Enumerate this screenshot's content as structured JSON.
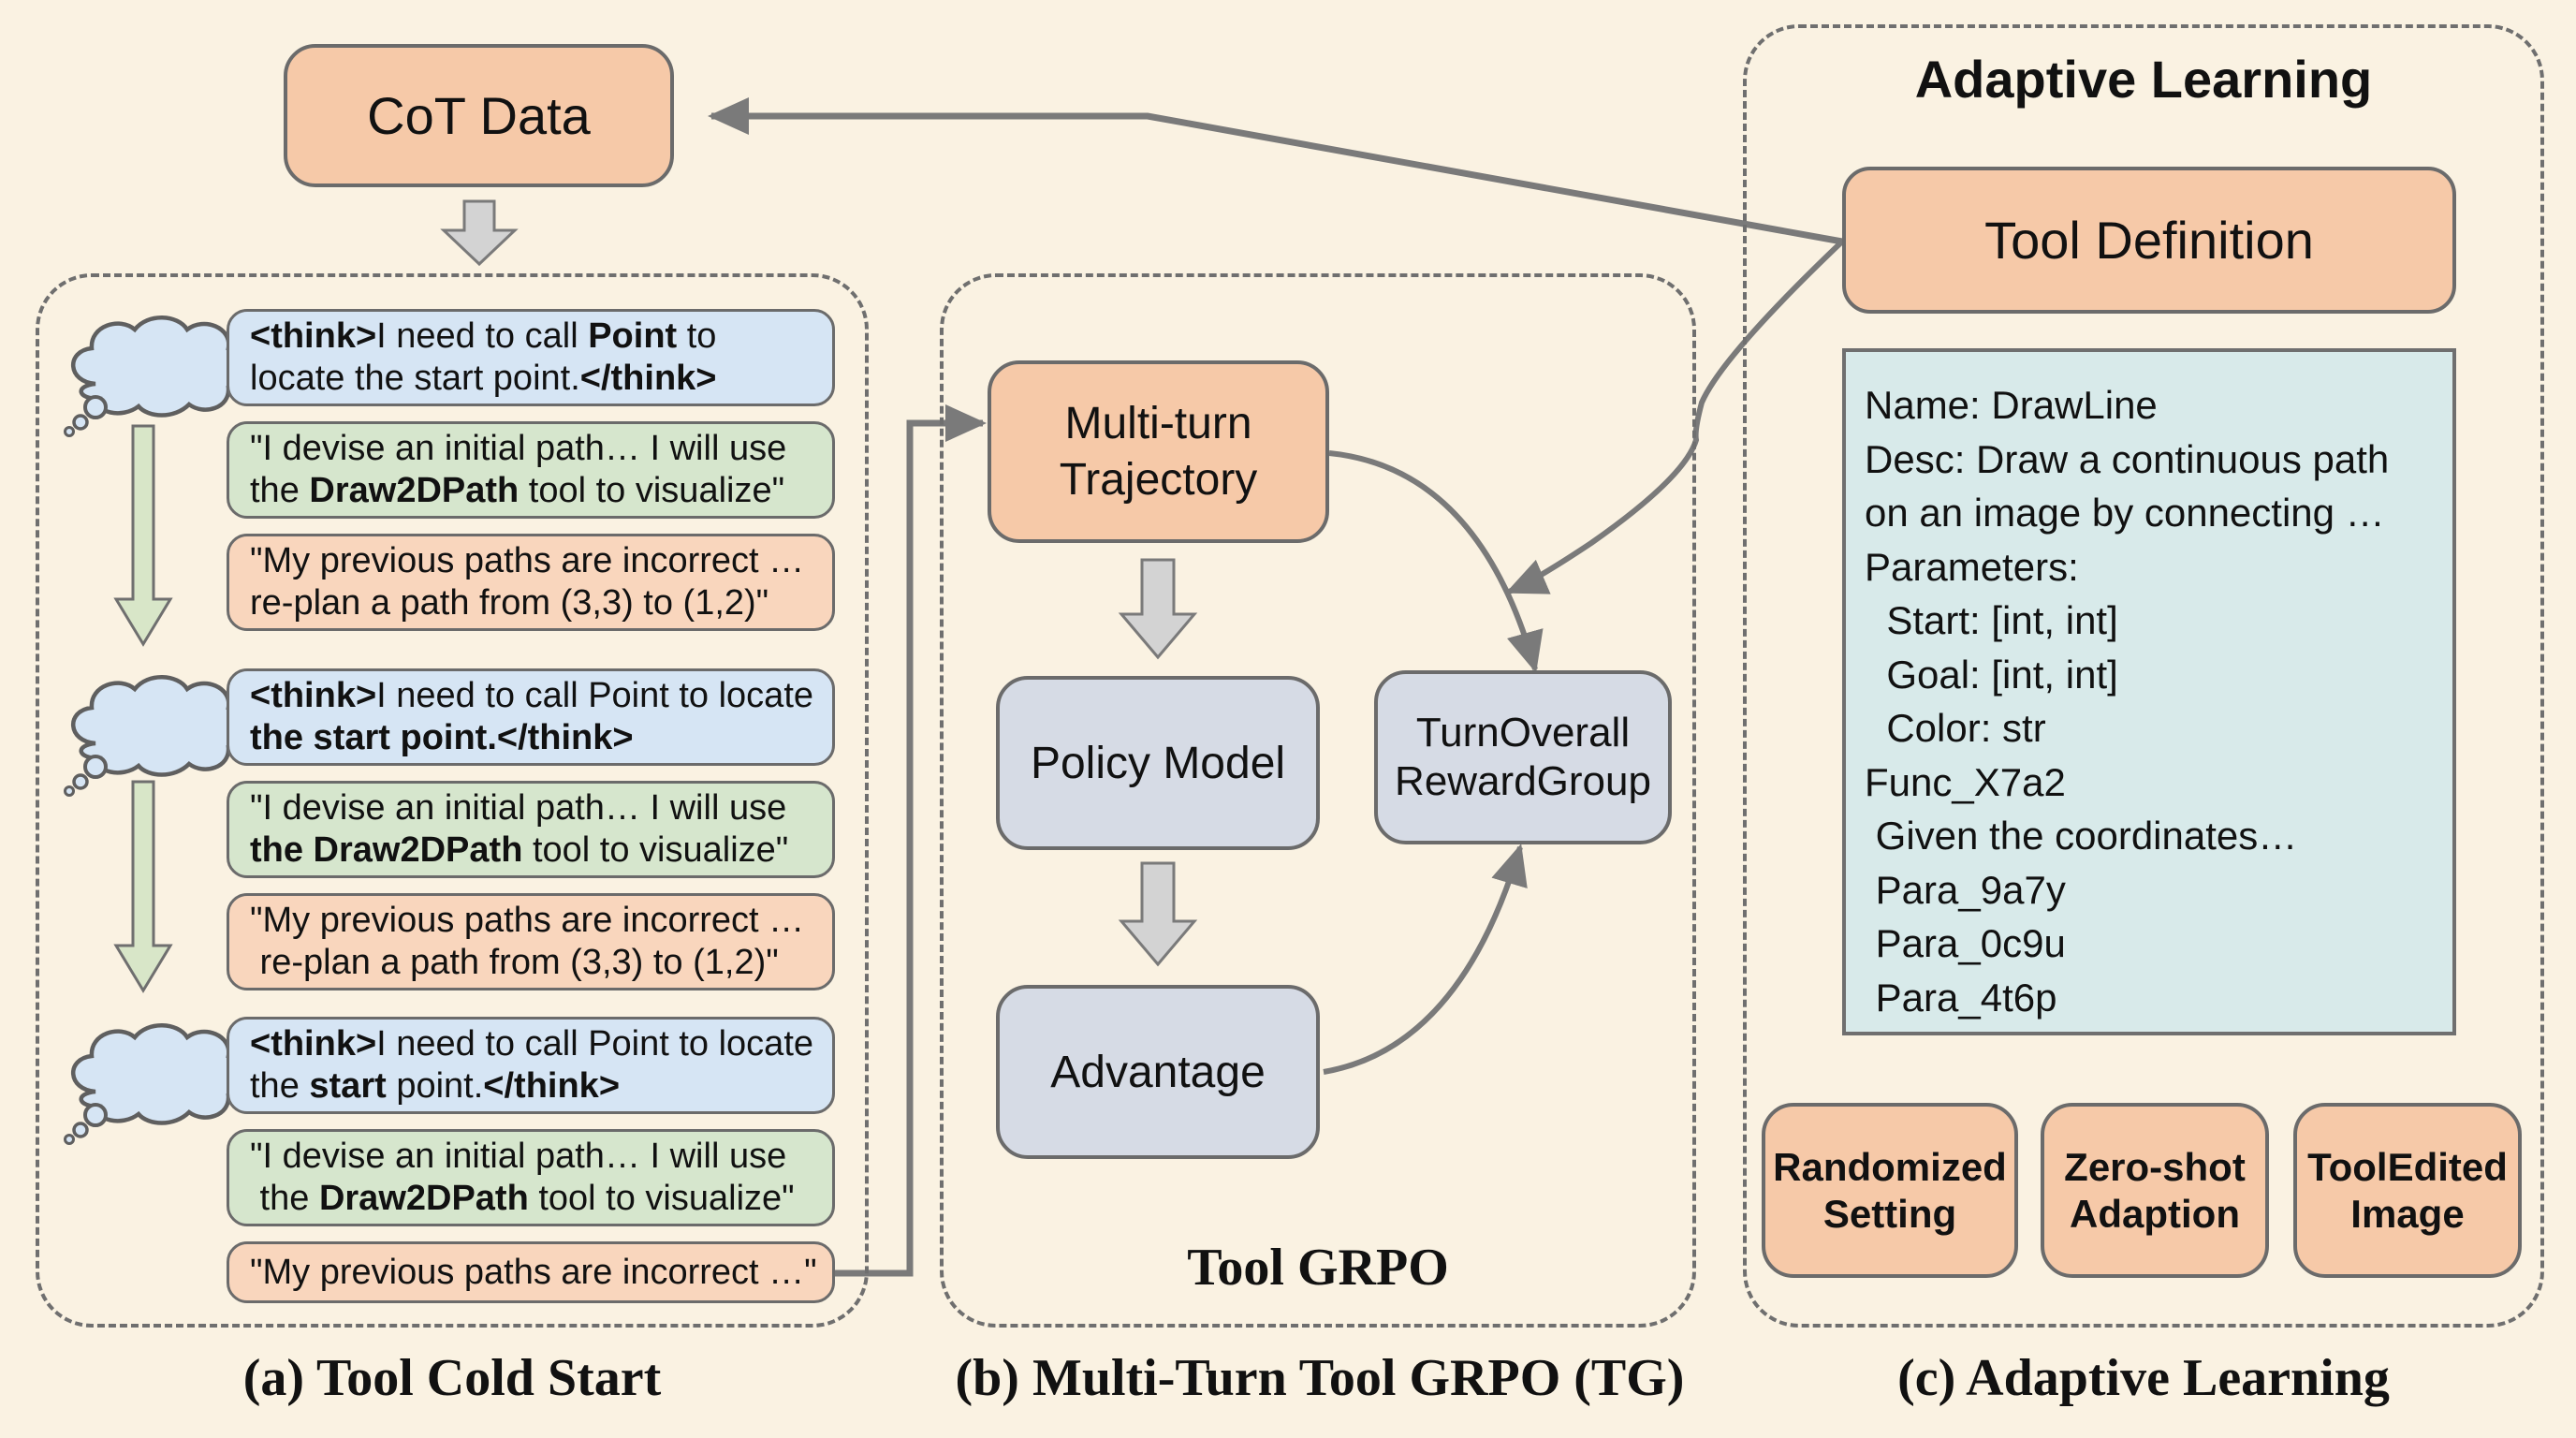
{
  "cot_data": {
    "label": "CoT Data"
  },
  "panel_a": {
    "caption": "(a) Tool Cold Start",
    "groups": [
      {
        "think": [
          {
            "t": "<think>",
            "b": true
          },
          {
            "t": "I need to call ",
            "b": false
          },
          {
            "t": "Point",
            "b": true
          },
          {
            "t": " to",
            "b": false
          },
          {
            "t": "\n",
            "b": false
          },
          {
            "t": "locate the start point.",
            "b": false
          },
          {
            "t": "</think>",
            "b": true
          }
        ],
        "devise": [
          {
            "t": "\"I devise an initial path… I will use",
            "b": false
          },
          {
            "t": "\n",
            "b": false
          },
          {
            "t": "the ",
            "b": false
          },
          {
            "t": "Draw2DPath",
            "b": true
          },
          {
            "t": " tool to visualize\"",
            "b": false
          }
        ],
        "replan": [
          {
            "t": "\"My previous paths are incorrect …",
            "b": false
          },
          {
            "t": "\n",
            "b": false
          },
          {
            "t": "re-plan a path from (3,3) to (1,2)\"",
            "b": false
          }
        ]
      },
      {
        "think": [
          {
            "t": "<think>",
            "b": true
          },
          {
            "t": "I need to call Point to locate",
            "b": false
          },
          {
            "t": "\n",
            "b": false
          },
          {
            "t": "the start point.</think>",
            "b": true
          }
        ],
        "devise": [
          {
            "t": "\"I devise an initial path… I will use",
            "b": false
          },
          {
            "t": "\n",
            "b": false
          },
          {
            "t": "the Draw2DPath",
            "b": true
          },
          {
            "t": " tool to visualize\"",
            "b": false
          }
        ],
        "replan": [
          {
            "t": "\"My previous paths are incorrect …",
            "b": false
          },
          {
            "t": "\n",
            "b": false
          },
          {
            "t": " re-plan a path from (3,3) to (1,2)\"",
            "b": false
          }
        ]
      },
      {
        "think": [
          {
            "t": "<think>",
            "b": true
          },
          {
            "t": "I need to call Point to locate",
            "b": false
          },
          {
            "t": "\n",
            "b": false
          },
          {
            "t": "the ",
            "b": false
          },
          {
            "t": "start",
            "b": true
          },
          {
            "t": " point.",
            "b": false
          },
          {
            "t": "</think>",
            "b": true
          }
        ],
        "devise": [
          {
            "t": "\"I devise an initial path… I will use",
            "b": false
          },
          {
            "t": "\n",
            "b": false
          },
          {
            "t": " the ",
            "b": false
          },
          {
            "t": "Draw2DPath",
            "b": true
          },
          {
            "t": " tool to visualize\"",
            "b": false
          }
        ],
        "replan": [
          {
            "t": "\"My previous paths are incorrect …\"",
            "b": false
          }
        ]
      }
    ]
  },
  "panel_b": {
    "caption": "(b) Multi-Turn Tool GRPO (TG)",
    "inner_title": "Tool GRPO",
    "trajectory": "Multi-turn\nTrajectory",
    "policy_model": "Policy Model",
    "advantage": "Advantage",
    "reward_group": "TurnOverall\nRewardGroup"
  },
  "panel_c": {
    "title": "Adaptive Learning",
    "caption": "(c) Adaptive Learning",
    "tool_definition": "Tool Definition",
    "tool_spec_lines": [
      "Name: DrawLine",
      "Desc: Draw a continuous path",
      "on an image by connecting …",
      "Parameters:",
      "  Start: [int, int]",
      "  Goal: [int, int]",
      "  Color: str",
      "Func_X7a2",
      " Given the coordinates…",
      " Para_9a7y",
      " Para_0c9u",
      " Para_4t6p"
    ],
    "strategies": [
      "Randomized\nSetting",
      "Zero-shot\nAdaption",
      "ToolEdited\nImage"
    ]
  },
  "colors": {
    "background": "#faf2e2",
    "peach": "#f6c9a8",
    "lavender": "#d6dbe5",
    "think_blue": "#d6e5f4",
    "devise_green": "#d6e6cd",
    "replan_orange": "#f9d6bd",
    "spec_cyan": "#d8eaea",
    "arrow_gray": "#7a7a7a"
  }
}
